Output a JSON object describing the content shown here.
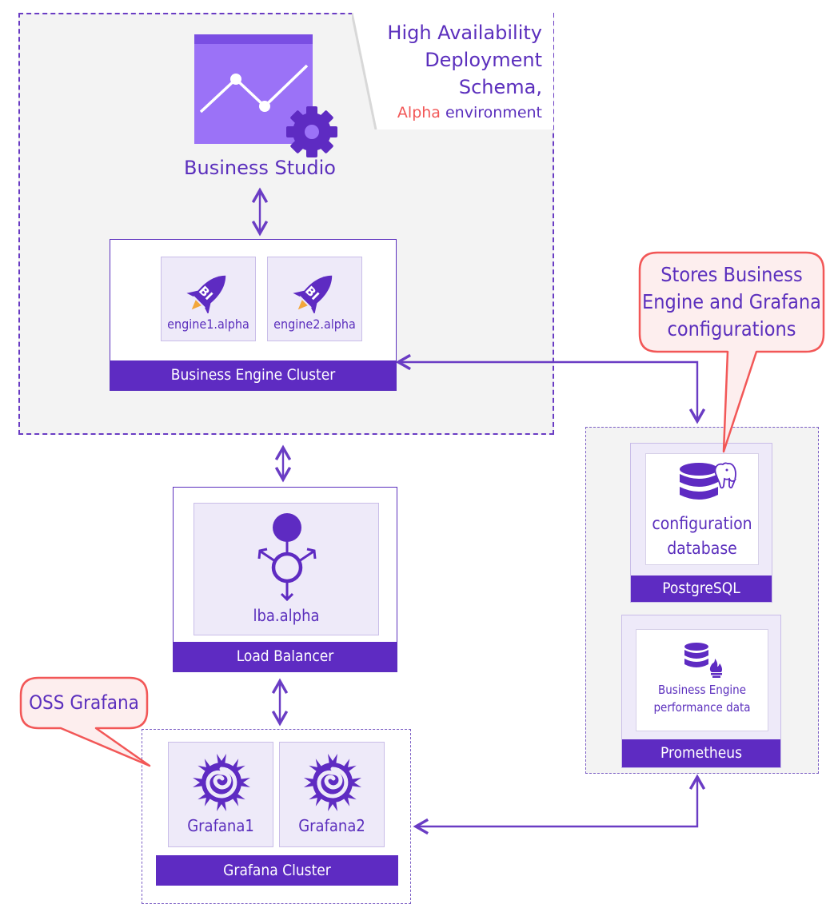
{
  "colors": {
    "purple": "#5e2bc2",
    "accent_red": "#f25757",
    "callout_fill": "#fdeeee",
    "zone_gray": "#f3f3f3"
  },
  "title": {
    "line1": "High Availability",
    "line2": "Deployment",
    "line3": "Schema,",
    "line4_accent": "Alpha",
    "line4_rest": " environment"
  },
  "business_studio": {
    "label": "Business Studio",
    "icon": "chart-gear-icon"
  },
  "engine_cluster": {
    "label": "Business Engine Cluster",
    "nodes": [
      {
        "label": "engine1.alpha",
        "icon": "rocket-bi-icon"
      },
      {
        "label": "engine2.alpha",
        "icon": "rocket-bi-icon"
      }
    ]
  },
  "load_balancer": {
    "label": "Load Balancer",
    "node": "lba.alpha",
    "icon": "load-balancer-icon"
  },
  "grafana_cluster": {
    "label": "Grafana Cluster",
    "nodes": [
      {
        "label": "Grafana1",
        "icon": "grafana-icon"
      },
      {
        "label": "Grafana2",
        "icon": "grafana-icon"
      }
    ]
  },
  "postgres": {
    "label": "PostgreSQL",
    "line1": "configuration",
    "line2": "database",
    "icon": "database-elephant-icon"
  },
  "prometheus": {
    "label": "Prometheus",
    "line1": "Business Engine",
    "line2": "performance data",
    "icon": "database-flame-icon"
  },
  "callouts": {
    "stores": {
      "line1": "Stores Business",
      "line2": "Engine and Grafana",
      "line3": "configurations"
    },
    "oss": "OSS Grafana"
  }
}
